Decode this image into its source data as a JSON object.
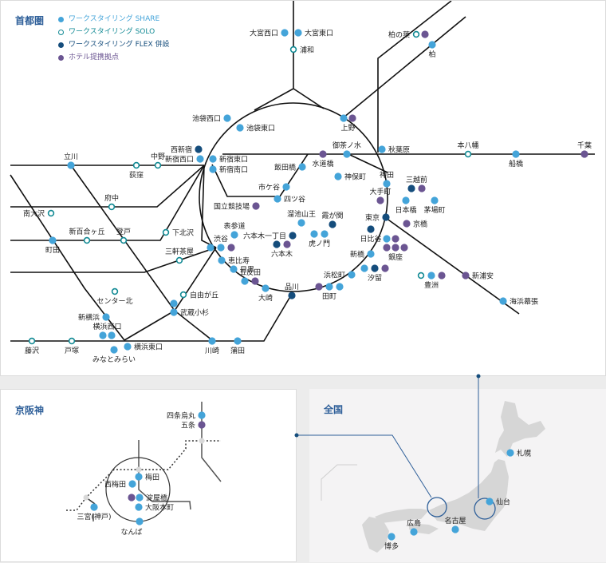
{
  "colors": {
    "share": "#44a4d9",
    "solo": "#128a94",
    "flex": "#154d7c",
    "hotel": "#6b5592",
    "title": "#2e5f99",
    "line": "#111111",
    "japan_land": "#d6d6d6",
    "connector": "#2e5f99"
  },
  "tokyo": {
    "title": "首都圏",
    "legend": [
      {
        "type": "share",
        "label": "ワークスタイリング SHARE"
      },
      {
        "type": "solo",
        "label": "ワークスタイリング SOLO"
      },
      {
        "type": "flex",
        "label": "ワークスタイリング FLEX 併設"
      },
      {
        "type": "hotel",
        "label": "ホテル提携拠点"
      }
    ],
    "stations": [
      {
        "name": "大宮西口",
        "types": [
          "share"
        ]
      },
      {
        "name": "大宮東口",
        "types": [
          "share"
        ]
      },
      {
        "name": "浦和",
        "types": [
          "solo"
        ]
      },
      {
        "name": "柏の葉",
        "types": [
          "solo",
          "hotel"
        ]
      },
      {
        "name": "柏",
        "types": [
          "share"
        ]
      },
      {
        "name": "池袋西口",
        "types": [
          "share"
        ]
      },
      {
        "name": "池袋東口",
        "types": [
          "share"
        ]
      },
      {
        "name": "上野",
        "types": [
          "share",
          "hotel"
        ]
      },
      {
        "name": "西新宿",
        "types": [
          "flex"
        ]
      },
      {
        "name": "新宿西口",
        "types": [
          "share"
        ]
      },
      {
        "name": "新宿東口",
        "types": [
          "share"
        ]
      },
      {
        "name": "新宿南口",
        "types": [
          "share"
        ]
      },
      {
        "name": "立川",
        "types": [
          "share"
        ]
      },
      {
        "name": "中野",
        "types": [
          "solo"
        ]
      },
      {
        "name": "荻窪",
        "types": [
          "solo"
        ]
      },
      {
        "name": "府中",
        "types": [
          "solo"
        ]
      },
      {
        "name": "南大沢",
        "types": [
          "solo"
        ]
      },
      {
        "name": "町田",
        "types": [
          "share"
        ]
      },
      {
        "name": "新百合ヶ丘",
        "types": [
          "solo"
        ]
      },
      {
        "name": "登戸",
        "types": [
          "solo"
        ]
      },
      {
        "name": "下北沢",
        "types": [
          "solo"
        ]
      },
      {
        "name": "三軒茶屋",
        "types": [
          "solo"
        ]
      },
      {
        "name": "飯田橋",
        "types": [
          "share"
        ]
      },
      {
        "name": "水道橋",
        "types": [
          "hotel"
        ]
      },
      {
        "name": "御茶ノ水",
        "types": [
          "share"
        ]
      },
      {
        "name": "秋葉原",
        "types": [
          "share"
        ]
      },
      {
        "name": "神保町",
        "types": [
          "share"
        ]
      },
      {
        "name": "市ケ谷",
        "types": [
          "share"
        ]
      },
      {
        "name": "四ツ谷",
        "types": [
          "share"
        ]
      },
      {
        "name": "神田",
        "types": [
          "share"
        ]
      },
      {
        "name": "大手町",
        "types": [
          "hotel"
        ]
      },
      {
        "name": "東京",
        "types": [
          "flex"
        ]
      },
      {
        "name": "国立競技場",
        "types": [
          "hotel"
        ]
      },
      {
        "name": "溜池山王",
        "types": [
          "share"
        ]
      },
      {
        "name": "霞が関",
        "types": [
          "flex"
        ]
      },
      {
        "name": "六本木一丁目",
        "types": [
          "flex"
        ]
      },
      {
        "name": "虎ノ門",
        "types": [
          "share",
          "share"
        ]
      },
      {
        "name": "六本木",
        "types": [
          "flex",
          "hotel"
        ]
      },
      {
        "name": "日比谷",
        "types": [
          "flex"
        ]
      },
      {
        "name": "表参道",
        "types": [
          "share"
        ]
      },
      {
        "name": "渋谷",
        "types": [
          "share",
          "share",
          "hotel"
        ]
      },
      {
        "name": "恵比寿",
        "types": [
          "share"
        ]
      },
      {
        "name": "目黒",
        "types": [
          "share"
        ]
      },
      {
        "name": "五反田",
        "types": [
          "share",
          "hotel"
        ]
      },
      {
        "name": "大崎",
        "types": [
          "share"
        ]
      },
      {
        "name": "品川",
        "types": [
          "flex"
        ]
      },
      {
        "name": "田町",
        "types": [
          "hotel",
          "share",
          "share"
        ]
      },
      {
        "name": "浜松町",
        "types": [
          "share"
        ]
      },
      {
        "name": "新橋",
        "types": [
          "share"
        ]
      },
      {
        "name": "汐留",
        "types": [
          "share",
          "flex",
          "hotel"
        ]
      },
      {
        "name": "銀座",
        "types": [
          "share",
          "hotel",
          "hotel",
          "hotel",
          "hotel"
        ]
      },
      {
        "name": "三越前",
        "types": [
          "flex",
          "hotel"
        ]
      },
      {
        "name": "日本橋",
        "types": [
          "share"
        ]
      },
      {
        "name": "茅場町",
        "types": [
          "share"
        ]
      },
      {
        "name": "京橋",
        "types": [
          "hotel"
        ]
      },
      {
        "name": "豊洲",
        "types": [
          "solo",
          "share",
          "hotel"
        ]
      },
      {
        "name": "本八幡",
        "types": [
          "solo"
        ]
      },
      {
        "name": "船橋",
        "types": [
          "share"
        ]
      },
      {
        "name": "千葉",
        "types": [
          "hotel"
        ]
      },
      {
        "name": "新浦安",
        "types": [
          "hotel"
        ]
      },
      {
        "name": "海浜幕張",
        "types": [
          "share"
        ]
      },
      {
        "name": "センター北",
        "types": [
          "solo"
        ]
      },
      {
        "name": "自由が丘",
        "types": [
          "solo"
        ]
      },
      {
        "name": "武蔵小杉",
        "types": [
          "share",
          "share"
        ]
      },
      {
        "name": "新横浜",
        "types": [
          "share"
        ]
      },
      {
        "name": "横浜西口",
        "types": [
          "share",
          "share"
        ]
      },
      {
        "name": "横浜東口",
        "types": [
          "share"
        ]
      },
      {
        "name": "みなとみらい",
        "types": [
          "share"
        ]
      },
      {
        "name": "藤沢",
        "types": [
          "solo"
        ]
      },
      {
        "name": "戸塚",
        "types": [
          "solo"
        ]
      },
      {
        "name": "川崎",
        "types": [
          "share"
        ]
      },
      {
        "name": "蒲田",
        "types": [
          "share"
        ]
      }
    ]
  },
  "kansai": {
    "title": "京阪神",
    "stations": [
      {
        "name": "四条烏丸",
        "types": [
          "share"
        ]
      },
      {
        "name": "五条",
        "types": [
          "hotel"
        ]
      },
      {
        "name": "梅田",
        "types": [
          "share"
        ]
      },
      {
        "name": "西梅田",
        "types": [
          "share"
        ]
      },
      {
        "name": "淀屋橋",
        "types": [
          "hotel",
          "share"
        ]
      },
      {
        "name": "大阪本町",
        "types": [
          "share"
        ]
      },
      {
        "name": "なんば",
        "types": [
          "share"
        ]
      },
      {
        "name": "三宮(神戸)",
        "types": [
          "share"
        ]
      }
    ]
  },
  "japan": {
    "title": "全国",
    "cities": [
      {
        "name": "札幌",
        "types": [
          "share"
        ]
      },
      {
        "name": "仙台",
        "types": [
          "share"
        ]
      },
      {
        "name": "名古屋",
        "types": [
          "share"
        ]
      },
      {
        "name": "広島",
        "types": [
          "share"
        ]
      },
      {
        "name": "博多",
        "types": [
          "share"
        ]
      }
    ]
  }
}
